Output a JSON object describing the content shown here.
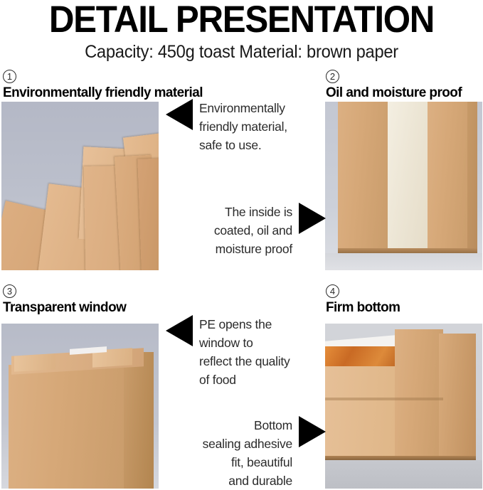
{
  "header": {
    "title": "DETAIL PRESENTATION",
    "subtitle": "Capacity: 450g toast  Material: brown paper"
  },
  "panels": [
    {
      "number": "1",
      "heading": "Environmentally friendly material",
      "photo_alt": "fanned-stack-of-kraft-paper-bags"
    },
    {
      "number": "2",
      "heading": "Oil and moisture proof",
      "photo_alt": "standing-kraft-bag-with-white-coated-panel"
    },
    {
      "number": "3",
      "heading": "Transparent window",
      "photo_alt": "kraft-bag-with-folded-top-and-tin-ties"
    },
    {
      "number": "4",
      "heading": "Firm bottom",
      "photo_alt": "kraft-bag-with-window-showing-toast-bread"
    }
  ],
  "callouts": [
    {
      "text": "Environmentally\nfriendly material,\nsafe to use.",
      "arrow": "left"
    },
    {
      "text": "The inside is\ncoated, oil and\nmoisture proof",
      "arrow": "right"
    },
    {
      "text": "PE opens the\nwindow to\nreflect the quality\nof food",
      "arrow": "left"
    },
    {
      "text": "Bottom\nsealing adhesive\nfit, beautiful\nand durable",
      "arrow": "right"
    }
  ],
  "colors": {
    "background": "#ffffff",
    "text": "#1a1a1a",
    "arrow": "#000000",
    "kraft": "#d6a878",
    "coated_panel": "#ece5d4",
    "toast": "#c96a24",
    "photo_backdrop": "#bcc0cc"
  }
}
